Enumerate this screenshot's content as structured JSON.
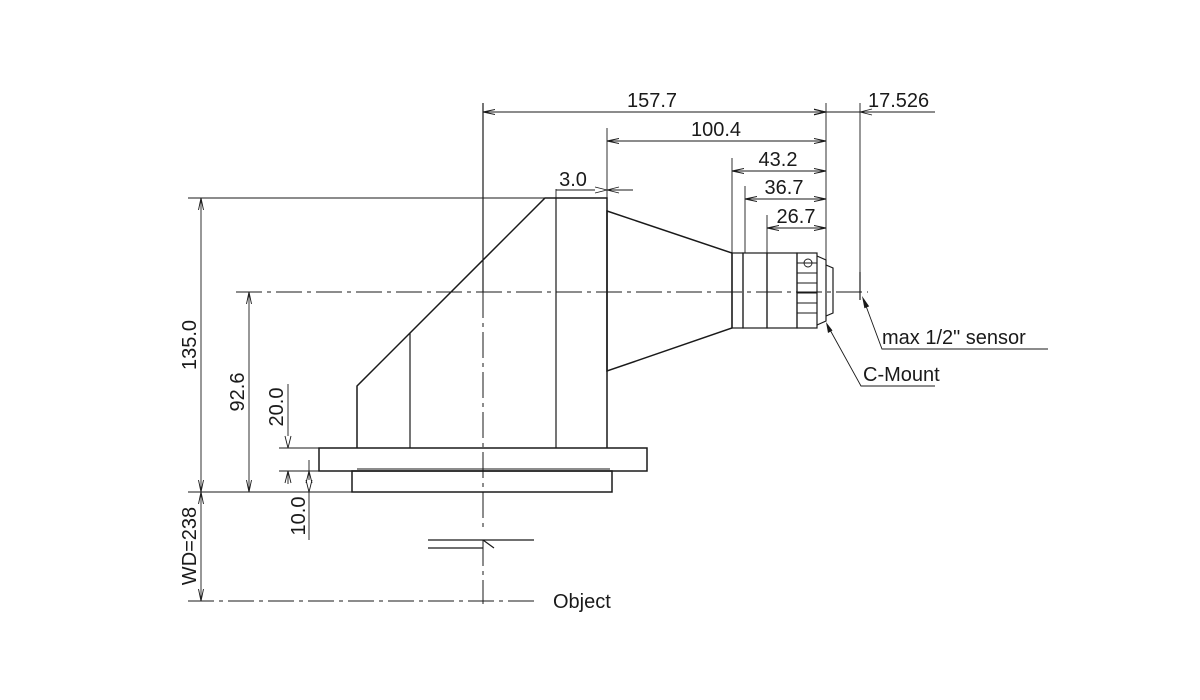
{
  "dimensions": {
    "d_157_7": "157.7",
    "d_17_526": "17.526",
    "d_100_4": "100.4",
    "d_43_2": "43.2",
    "d_36_7": "36.7",
    "d_26_7": "26.7",
    "d_3_0": "3.0",
    "d_135_0": "135.0",
    "d_92_6": "92.6",
    "d_20_0": "20.0",
    "d_10_0": "10.0",
    "d_wd": "WD=238"
  },
  "callouts": {
    "sensor": "max 1/2\" sensor",
    "mount": "C-Mount",
    "object": "Object"
  }
}
